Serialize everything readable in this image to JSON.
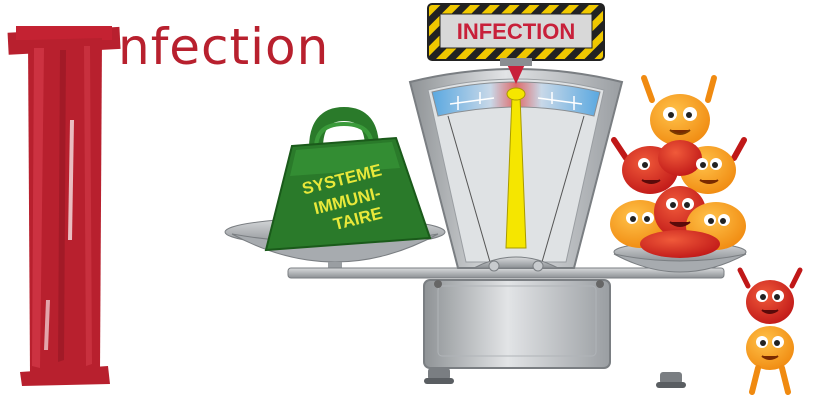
{
  "title": {
    "initial": "I",
    "rest": "nfection"
  },
  "scale": {
    "sign_label": "INFECTION"
  },
  "weight": {
    "line1": "SYSTEME",
    "line2": "IMMUNI-",
    "line3": "TAIRE"
  },
  "colors": {
    "title": "#b8202e",
    "weight": "#2a7a2a",
    "weight_text": "#e8e83a",
    "needle": "#f5e600",
    "sign_background": "#d8d8d8",
    "sign_stripes": "#f0c800"
  }
}
